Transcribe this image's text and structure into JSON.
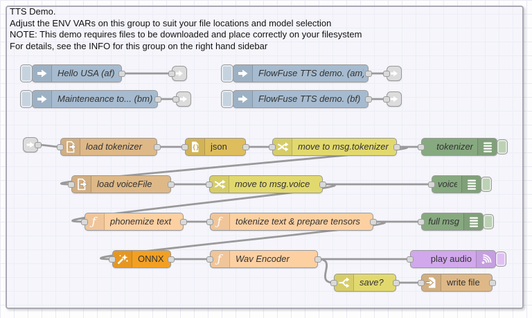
{
  "colors": {
    "inject-color": "#a6bbcf",
    "link-color": "#dcdcdc",
    "file-color": "#deb887",
    "json-color": "#debd5c",
    "change-color": "#e2d96e",
    "debug-color": "#87a980",
    "function-color": "#fdd0a2",
    "onnx-color": "#f2a024",
    "audio-color": "#d1a8ec",
    "wire-color": "#999999"
  },
  "comment": {
    "lines": [
      "TTS Demo.",
      "Adjust the ENV VARs on this group to suit your file locations and model selection",
      "NOTE: This demo requires files to be downloaded and place correctly on your filesystem",
      "For details, see the INFO for this group on the right hand sidebar"
    ]
  },
  "nodes": {
    "hello_usa": {
      "label": "Hello USA (af)"
    },
    "maintenance": {
      "label": "Mainteneance to... (bm)"
    },
    "flowfuse_am": {
      "label": "FlowFuse TTS demo. (am)"
    },
    "flowfuse_bf": {
      "label": "FlowFuse TTS demo. (bf)"
    },
    "load_tokenizer": {
      "label": "load tokenizer"
    },
    "json": {
      "label": "json"
    },
    "move_tokenizer": {
      "label": "move to msg.tokenizer"
    },
    "tokenizer_debug": {
      "label": "tokenizer"
    },
    "load_voicefile": {
      "label": "load voiceFile"
    },
    "move_voice": {
      "label": "move to msg.voice"
    },
    "voice_debug": {
      "label": "voice"
    },
    "phonemize": {
      "label": "phonemize text"
    },
    "tokenize_tensors": {
      "label": "tokenize text & prepare tensors"
    },
    "full_msg_debug": {
      "label": "full msg"
    },
    "onnx": {
      "label": "ONNX"
    },
    "wav_encoder": {
      "label": "Wav Encoder"
    },
    "play_audio": {
      "label": "play audio"
    },
    "save_switch": {
      "label": "save?"
    },
    "write_file": {
      "label": "write file"
    }
  }
}
